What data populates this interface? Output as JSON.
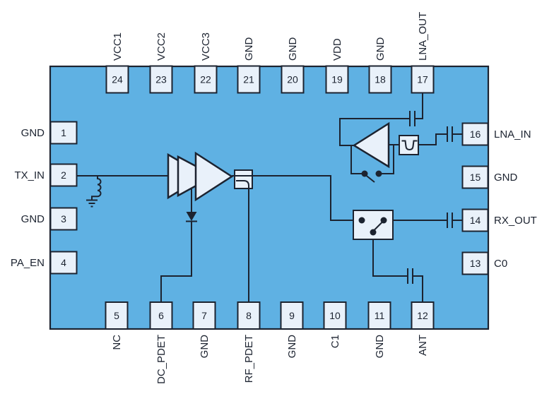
{
  "diagram": {
    "type": "rf-front-end-module-block-diagram",
    "pin_count": 24
  },
  "colors": {
    "background": "#ffffff",
    "chip_fill": "#5fb1e3",
    "pin_fill": "#e9f1fa",
    "ink": "#1c2330"
  },
  "pins": {
    "top": [
      {
        "num": "24",
        "label": "VCC1"
      },
      {
        "num": "23",
        "label": "VCC2"
      },
      {
        "num": "22",
        "label": "VCC3"
      },
      {
        "num": "21",
        "label": "GND"
      },
      {
        "num": "20",
        "label": "GND"
      },
      {
        "num": "19",
        "label": "VDD"
      },
      {
        "num": "18",
        "label": "GND"
      },
      {
        "num": "17",
        "label": "LNA_OUT"
      }
    ],
    "left": [
      {
        "num": "1",
        "label": "GND"
      },
      {
        "num": "2",
        "label": "TX_IN"
      },
      {
        "num": "3",
        "label": "GND"
      },
      {
        "num": "4",
        "label": "PA_EN"
      }
    ],
    "right": [
      {
        "num": "16",
        "label": "LNA_IN"
      },
      {
        "num": "15",
        "label": "GND"
      },
      {
        "num": "14",
        "label": "RX_OUT"
      },
      {
        "num": "13",
        "label": "C0"
      }
    ],
    "bottom": [
      {
        "num": "5",
        "label": "NC"
      },
      {
        "num": "6",
        "label": "DC_PDET"
      },
      {
        "num": "7",
        "label": "GND"
      },
      {
        "num": "8",
        "label": "RF_PDET"
      },
      {
        "num": "9",
        "label": "GND"
      },
      {
        "num": "10",
        "label": "C1"
      },
      {
        "num": "11",
        "label": "GND"
      },
      {
        "num": "12",
        "label": "ANT"
      }
    ]
  },
  "components": [
    "three-stage-power-amplifier",
    "shunt-inductor",
    "rf-ground-symbol",
    "detector-diode",
    "directional-coupler",
    "spdt-antenna-switch",
    "low-noise-amplifier",
    "lna-bypass-switch",
    "band-pass-filter",
    "dc-blocking-capacitor-lna-out",
    "dc-blocking-capacitor-lna-in",
    "dc-blocking-capacitor-rx-out",
    "dc-blocking-capacitor-ant"
  ]
}
